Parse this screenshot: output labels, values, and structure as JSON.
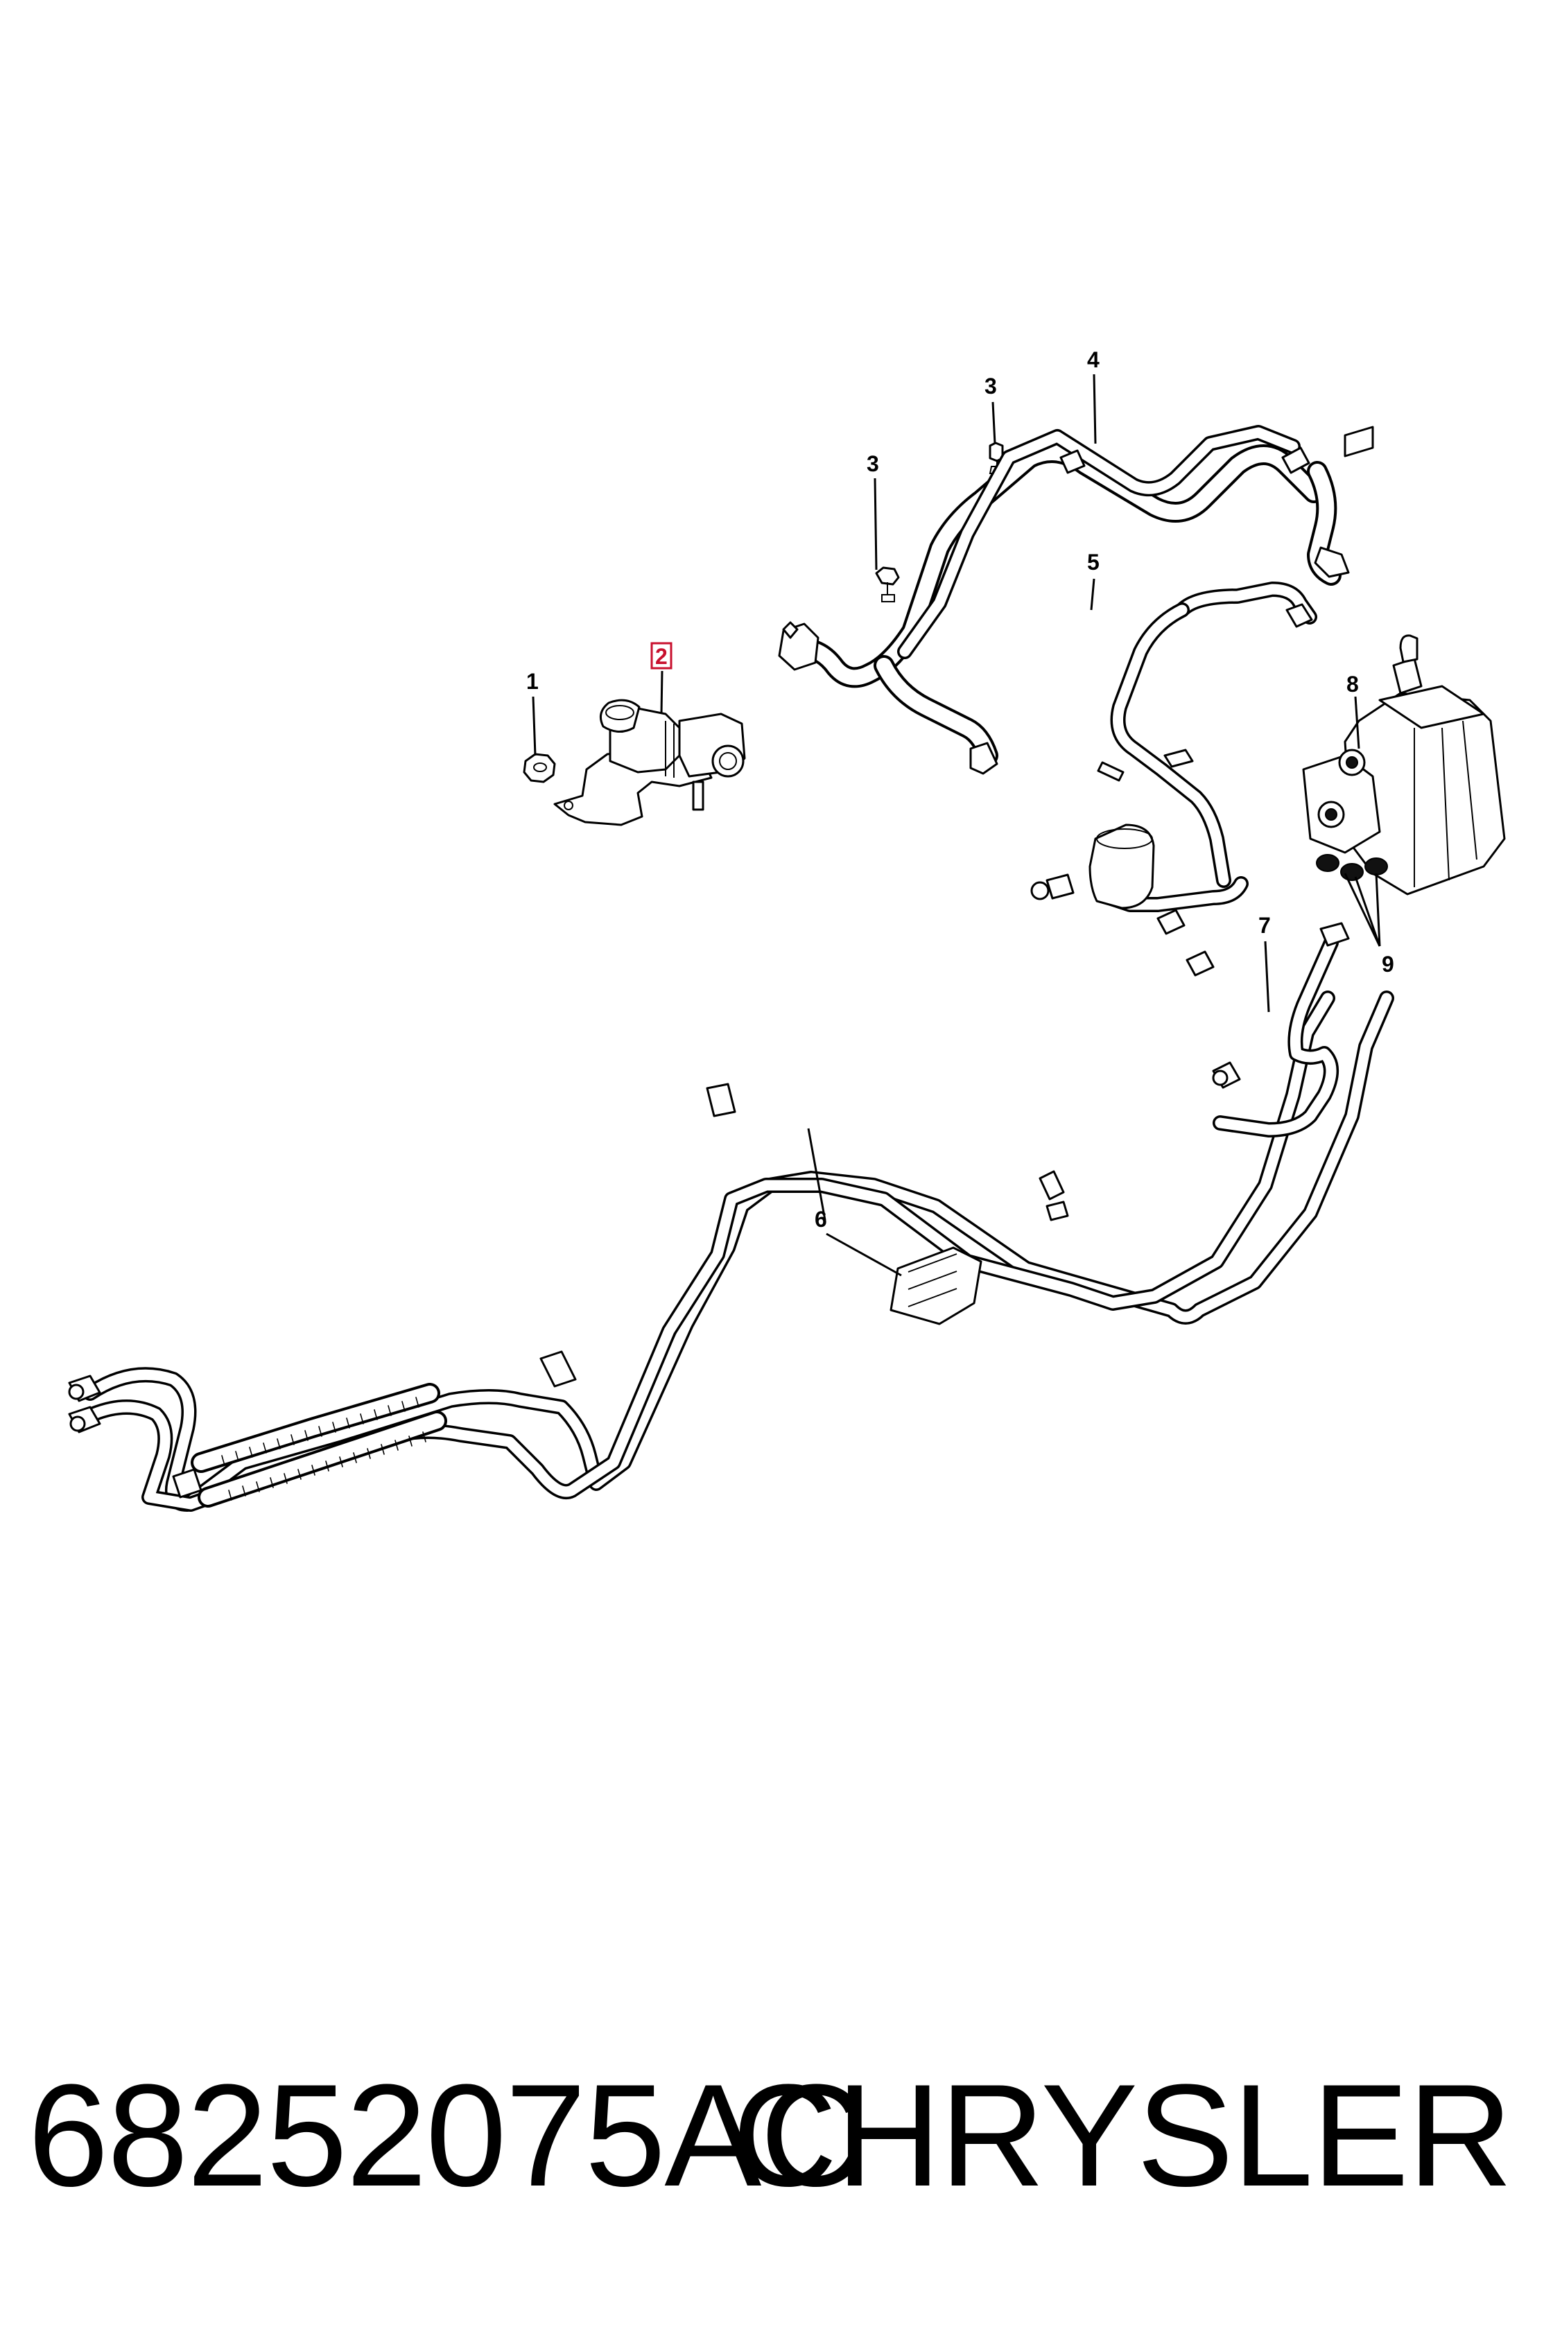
{
  "callouts": [
    {
      "id": "c1",
      "label": "1"
    },
    {
      "id": "c2",
      "label": "2",
      "highlighted": true
    },
    {
      "id": "c3a",
      "label": "3"
    },
    {
      "id": "c3b",
      "label": "3"
    },
    {
      "id": "c4",
      "label": "4"
    },
    {
      "id": "c5",
      "label": "5"
    },
    {
      "id": "c6",
      "label": "6"
    },
    {
      "id": "c7",
      "label": "7"
    },
    {
      "id": "c8",
      "label": "8"
    },
    {
      "id": "c9",
      "label": "9"
    }
  ],
  "footer": {
    "part_number": "68252075AC",
    "brand": "CHRYSLER"
  },
  "colors": {
    "highlight": "#c8102e",
    "line": "#000000",
    "background": "#ffffff"
  }
}
